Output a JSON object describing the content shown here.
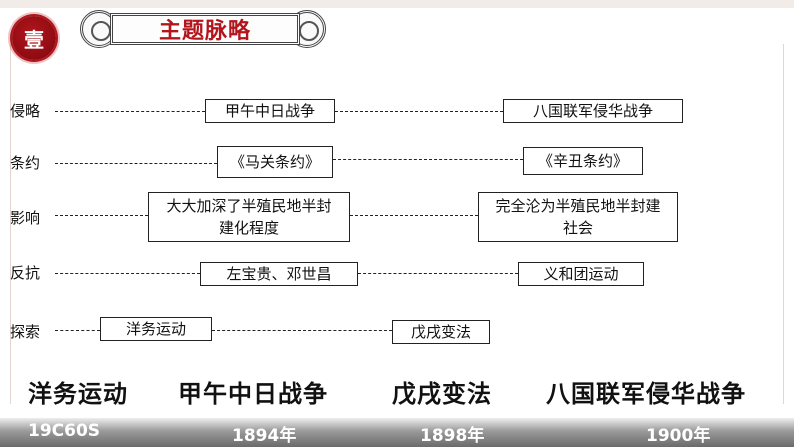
{
  "header": {
    "seal_char": "壹",
    "title": "主题脉略"
  },
  "rows": {
    "invasion": {
      "label": "侵略",
      "box1": "甲午中日战争",
      "box2": "八国联军侵华战争"
    },
    "treaty": {
      "label": "条约",
      "box1": "《马关条约》",
      "box2": "《辛丑条约》"
    },
    "impact": {
      "label": "影响",
      "box1": "大大加深了半殖民地半封建化程度",
      "box2": "完全沦为半殖民地半封建社会"
    },
    "resistance": {
      "label": "反抗",
      "box1": "左宝贵、邓世昌",
      "box2": "义和团运动"
    },
    "exploration": {
      "label": "探索",
      "box1": "洋务运动",
      "box2": "戊戌变法"
    }
  },
  "timeline": {
    "events": [
      "洋务运动",
      "甲午中日战争",
      "戊戌变法",
      "八国联军侵华战争"
    ],
    "years": [
      "19C60S",
      "1894年",
      "1898年",
      "1900年"
    ]
  }
}
